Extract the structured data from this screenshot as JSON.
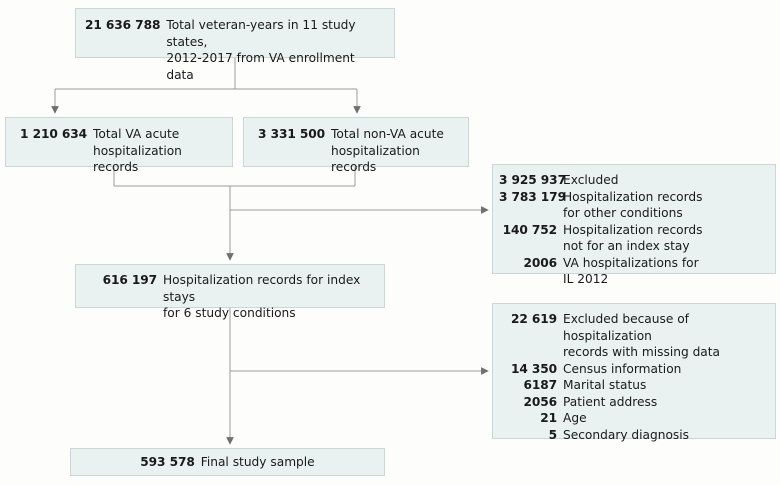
{
  "diagram": {
    "type": "flowchart",
    "title": "Study sample flow diagram",
    "colors": {
      "box_fill": "#e9f2f1",
      "box_border": "#c9d8d7",
      "connector": "#7a7a7a",
      "background": "#fdfdfc",
      "text": "#1a1a1a"
    },
    "nodes": {
      "top": {
        "number": "21 636 788",
        "label_line1": "Total veteran-years in 11 study states,",
        "label_line2": "2012-2017 from VA enrollment data"
      },
      "va": {
        "number": "1 210 634",
        "label_line1": "Total VA acute",
        "label_line2": "hospitalization records"
      },
      "nonva": {
        "number": "3 331 500",
        "label_line1": "Total non-VA acute",
        "label_line2": "hospitalization records"
      },
      "index": {
        "number": "616 197",
        "label_line1": "Hospitalization records for index stays",
        "label_line2": "for 6 study conditions"
      },
      "final": {
        "number": "593 578",
        "label": "Final study sample"
      }
    },
    "exclusions": [
      {
        "id": "excl1",
        "number": "3 925 937",
        "header": "Excluded",
        "items": [
          {
            "number": "3 783 179",
            "label_line1": "Hospitalization records",
            "label_line2": "for other conditions"
          },
          {
            "number": "140 752",
            "label_line1": "Hospitalization records",
            "label_line2": "not for an index stay"
          },
          {
            "number": "2006",
            "label_line1": "VA hospitalizations for",
            "label_line2": "IL 2012"
          }
        ]
      },
      {
        "id": "excl2",
        "number": "22 619",
        "header_line1": "Excluded because of hospitalization",
        "header_line2": "records with missing data",
        "items": [
          {
            "number": "14 350",
            "label_line1": "Census information",
            "label_line2": ""
          },
          {
            "number": "6187",
            "label_line1": "Marital status",
            "label_line2": ""
          },
          {
            "number": "2056",
            "label_line1": "Patient address",
            "label_line2": ""
          },
          {
            "number": "21",
            "label_line1": "Age",
            "label_line2": ""
          },
          {
            "number": "5",
            "label_line1": "Secondary diagnosis",
            "label_line2": ""
          }
        ]
      }
    ]
  }
}
